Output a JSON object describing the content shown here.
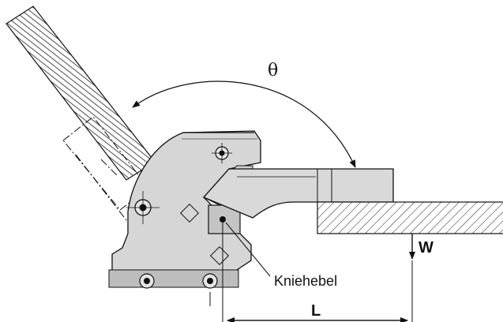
{
  "labels": {
    "angle": "θ",
    "load": "W",
    "length": "L",
    "toggle_lever": "Kniehebel"
  },
  "colors": {
    "body_fill": "#d6d6d6",
    "body_dark": "#a9a9a9",
    "stroke": "#111111",
    "hatch": "#222222",
    "background": "#ffffff"
  }
}
